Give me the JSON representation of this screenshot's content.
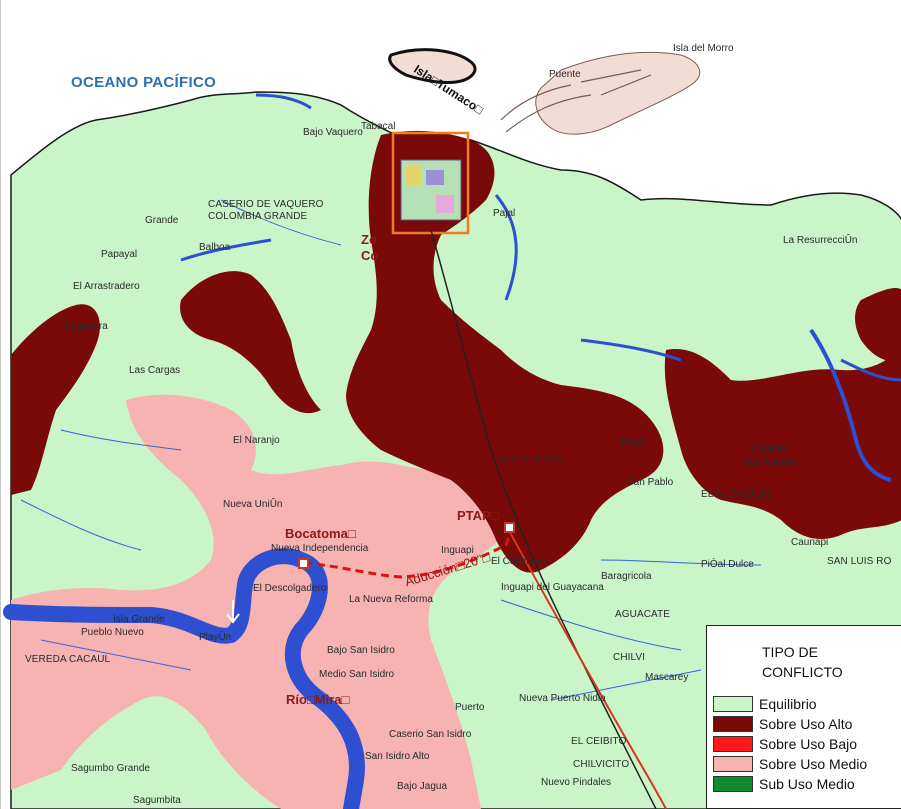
{
  "ocean_label": "OCEANO PACÍFICO",
  "colors": {
    "equilibrio": "#c9f5c9",
    "sobre_uso_alto": "#7a0a0a",
    "sobre_uso_bajo": "#ff1a1a",
    "sobre_uso_medio": "#f7b2b2",
    "sub_uso_medio": "#0f8a2f",
    "water": "#2d4fd0",
    "island": "#f2dcd6"
  },
  "place_labels": {
    "isla_del_morro": "Isla del Morro",
    "puente": "Puente",
    "tabacal": "Tabacal",
    "bajo_vaquero": "Bajo Vaquero",
    "caserio_vaquero": "CASERIO DE VAQUERO",
    "colombia_grande": "COLOMBIA GRANDE",
    "grande": "Grande",
    "papayal": "Papayal",
    "balboa": "Balboa",
    "el_arrastradero": "El Arrastradero",
    "lagartera": "Lagartera",
    "las_cargas": "Las Cargas",
    "el_naranjo": "El Naranjo",
    "nueva_union": "Nueva UniÛn",
    "nueva_independencia": "Nueva Independencia",
    "el_descolgadero": "El Descolgadero",
    "la_nueva_reforma": "La Nueva Reforma",
    "isla_grande": "Isla Grande",
    "pueblo_nuevo": "Pueblo Nuevo",
    "playon": "PlayÛn",
    "vereda_cacaul": "VEREDA CACAUL",
    "bajo_san_isidro": "Bajo San Isidro",
    "medio_san_isidro": "Medio San Isidro",
    "puerto": "Puerto",
    "caserio_san_isidro": "Caserio San Isidro",
    "san_isidro_alto": "San Isidro Alto",
    "bajo_jagua": "Bajo Jagua",
    "sagumbo_grande": "Sagumbo Grande",
    "sagumbita": "Sagumbita",
    "nuevo_pindales": "Nuevo Pindales",
    "chilvicito": "CHILVICITO",
    "el_ceibito": "EL CEIBITO",
    "nueva_puerto_nidia": "Nueva Puerto Nidia",
    "chilvi": "CHILVI",
    "mascarey": "Mascarey",
    "aguacate": "AGUACATE",
    "piÑal_dulce": "PiÒal Dulce",
    "san_luis_robles": "SAN LUIS RO",
    "caunapi": "Caunapi",
    "al_salado": "EL AL SALADO",
    "san_pablo": "San Pablo",
    "aguas_claras": "AGUA CLARA",
    "inguapi": "Inguapi",
    "el_chirimoyo": "El Chirimoyo",
    "inguapi_guayacana": "Inguapi del Guayacana",
    "baragricola": "Baragricola",
    "chapilar": "Chapilar",
    "san_antonio": "San Antonio",
    "pindo": "Pindo",
    "la_resurreccion": "La ResurrecciÛn",
    "pajal": "Pajal",
    "zona_co": "Zo",
    "zona_co2": "Co"
  },
  "key_labels": {
    "isla_tumaco": "Isla□Tumaco□",
    "bocatoma": "Bocatoma□",
    "ptap": "PTAP□",
    "aduccion": "Aducción□20\"□",
    "rio_mira": "Río□Mira□"
  },
  "legend": {
    "title_line1": "TIPO DE",
    "title_line2": "CONFLICTO",
    "items": [
      {
        "label": "Equilibrio",
        "color": "#c9f5c9"
      },
      {
        "label": "Sobre Uso Alto",
        "color": "#7a0a0a"
      },
      {
        "label": "Sobre Uso Bajo",
        "color": "#ff1a1a"
      },
      {
        "label": "Sobre Uso Medio",
        "color": "#f7b2b2"
      },
      {
        "label": "Sub Uso Medio",
        "color": "#0f8a2f"
      }
    ]
  }
}
